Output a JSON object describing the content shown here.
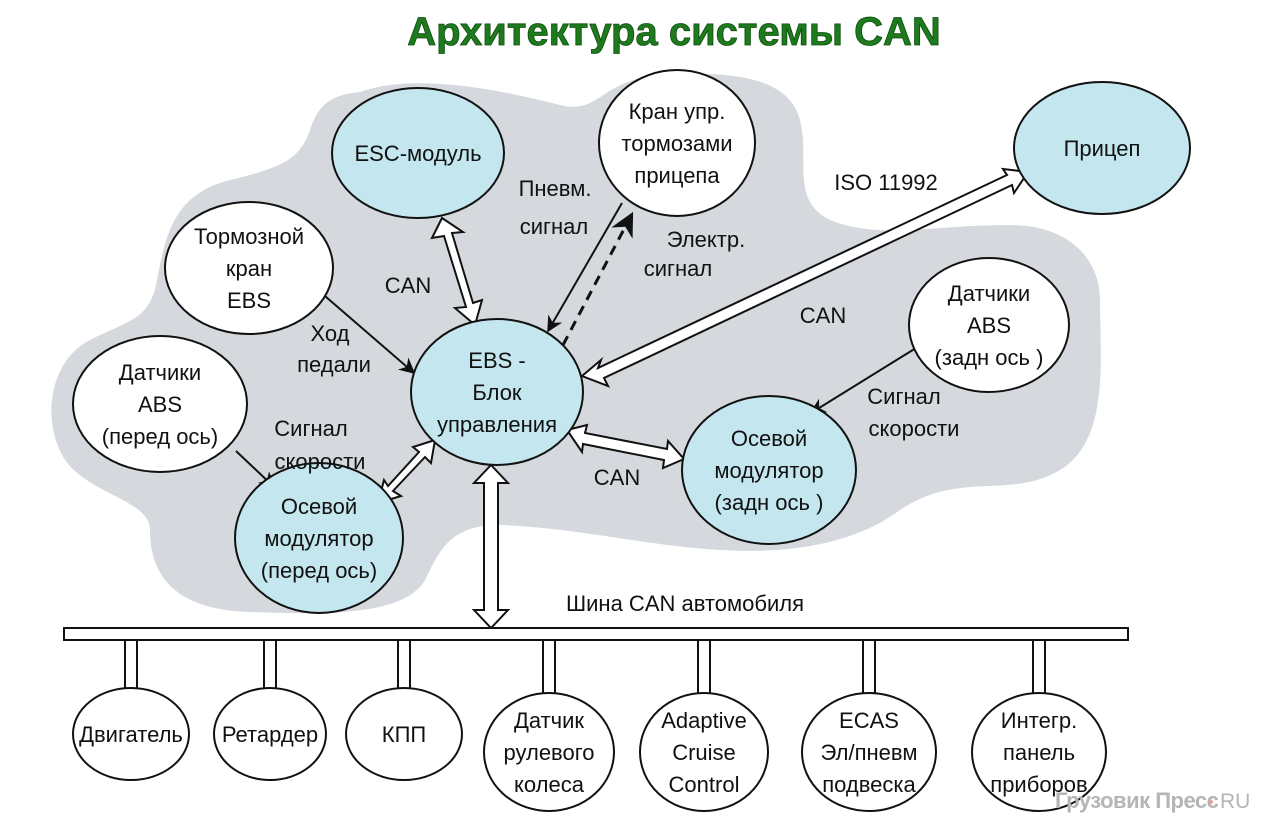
{
  "title": "Архитектура системы CAN",
  "colors": {
    "title": "#1d7a1d",
    "cloud": "#d5d9dd",
    "node_blue": "#c4e6ee",
    "node_white": "#ffffff",
    "stroke": "#111111",
    "watermark": "#b5b5b5",
    "watermark_dot": "#e8a0a0"
  },
  "nodes": {
    "esc": {
      "lines": [
        "ESC-модуль"
      ],
      "fill": "blue"
    },
    "trailer_valve": {
      "lines": [
        "Кран упр.",
        "тормозами",
        "прицепа"
      ],
      "fill": "white"
    },
    "trailer": {
      "lines": [
        "Прицеп"
      ],
      "fill": "blue"
    },
    "brake_valve": {
      "lines": [
        "Тормозной",
        "кран",
        "EBS"
      ],
      "fill": "white"
    },
    "ebs": {
      "lines": [
        "EBS -",
        "Блок",
        "управления"
      ],
      "fill": "blue"
    },
    "abs_front": {
      "lines": [
        "Датчики",
        "ABS",
        "(перед ось)"
      ],
      "fill": "white"
    },
    "abs_rear": {
      "lines": [
        "Датчики",
        "ABS",
        "(задн ось )"
      ],
      "fill": "white"
    },
    "mod_front": {
      "lines": [
        "Осевой",
        "модулятор",
        "(перед ось)"
      ],
      "fill": "blue"
    },
    "mod_rear": {
      "lines": [
        "Осевой",
        "модулятор",
        "(задн ось )"
      ],
      "fill": "blue"
    }
  },
  "labels": {
    "can_esc": "CAN",
    "pneum_1": "Пневм.",
    "pneum_2": "сигнал",
    "elec_1": "Электр.",
    "elec_2": "сигнал",
    "iso": "ISO 11992",
    "can_trailer": "CAN",
    "pedal_1": "Ход",
    "pedal_2": "педали",
    "speed_front_1": "Сигнал",
    "speed_front_2": "скорости",
    "speed_rear_1": "Сигнал",
    "speed_rear_2": "скорости",
    "can_rear": "CAN",
    "bus": "Шина CAN автомобиля"
  },
  "bus_devices": [
    {
      "lines": [
        "Двигатель"
      ]
    },
    {
      "lines": [
        "Ретардер"
      ]
    },
    {
      "lines": [
        "КПП"
      ]
    },
    {
      "lines": [
        "Датчик",
        "рулевого",
        "колеса"
      ]
    },
    {
      "lines": [
        "Adaptive",
        "Cruise",
        "Control"
      ]
    },
    {
      "lines": [
        "ECAS",
        "Эл/пневм",
        "подвеска"
      ]
    },
    {
      "lines": [
        "Интегр.",
        "панель",
        "приборов"
      ]
    }
  ],
  "watermark": {
    "brand": "Грузовик Пресс",
    "dot": "•",
    "tld": "RU"
  }
}
